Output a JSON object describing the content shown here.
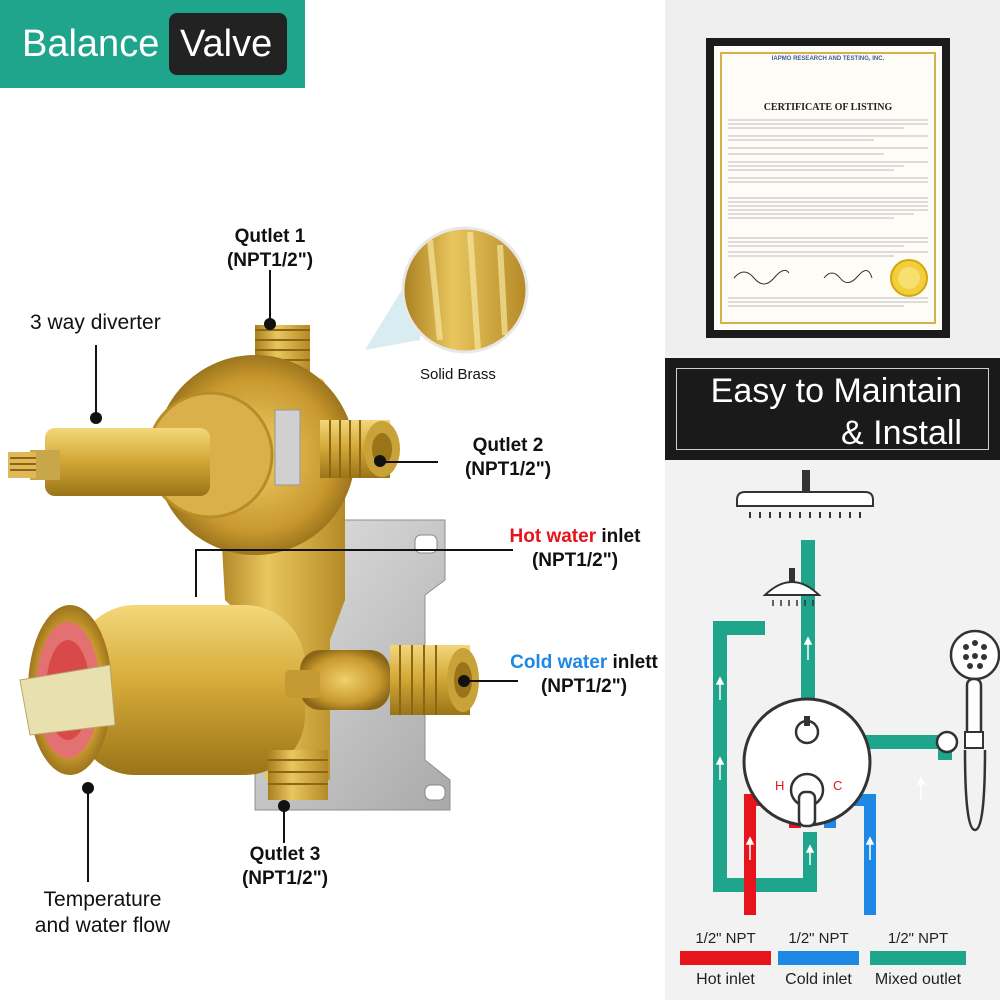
{
  "badge": {
    "word1": "Balance",
    "word2": "Valve"
  },
  "callouts": {
    "outlet1_name": "Qutlet 1",
    "outlet1_size": "(NPT1/2\")",
    "diverter": "3 way diverter",
    "solid_brass": "Solid Brass",
    "outlet2_name": "Qutlet 2",
    "outlet2_size": "(NPT1/2\")",
    "hot_colored": "Hot water",
    "hot_rest": " inlet",
    "hot_size": "(NPT1/2\")",
    "cold_colored": "Cold water",
    "cold_rest": " inlett",
    "cold_size": "(NPT1/2\")",
    "outlet3_name": "Qutlet 3",
    "outlet3_size": "(NPT1/2\")",
    "temp_line1": "Temperature",
    "temp_line2": "and water flow"
  },
  "certificate": {
    "org": "IAPMO RESEARCH AND TESTING, INC.",
    "title": "CERTIFICATE OF LISTING"
  },
  "banner": {
    "line1": "Easy to Maintain",
    "line2": "& Install"
  },
  "diagram": {
    "hot_letter": "H",
    "cold_letter": "C"
  },
  "legend": [
    {
      "npt": "1/2\" NPT",
      "name": "Hot inlet",
      "color": "#e8141c"
    },
    {
      "npt": "1/2\" NPT",
      "name": "Cold inlet",
      "color": "#1e88e5"
    },
    {
      "npt": "1/2\" NPT",
      "name": "Mixed outlet",
      "color": "#1ea58c"
    }
  ],
  "colors": {
    "brand": "#1fa58c",
    "hot": "#e8141c",
    "cold": "#1e88e5",
    "mixed": "#1ea58c",
    "brass": "#c9a02a"
  }
}
